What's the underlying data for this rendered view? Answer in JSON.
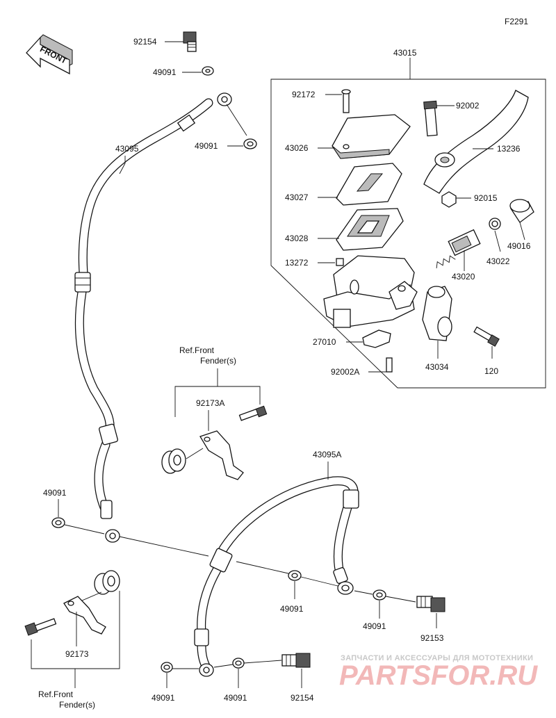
{
  "diagram_code": "F2291",
  "front_label": "FRONT",
  "labels": {
    "p92154_top": "92154",
    "p49091_a": "49091",
    "p49091_b": "49091",
    "p43095": "43095",
    "p43015": "43015",
    "p92172": "92172",
    "p92002": "92002",
    "p43026": "43026",
    "p13236": "13236",
    "p43027": "43027",
    "p92015": "92015",
    "p43028": "43028",
    "p49016": "49016",
    "p43022": "43022",
    "p13272": "13272",
    "p43020": "43020",
    "p27010": "27010",
    "p43034": "43034",
    "p92002a": "92002A",
    "p120": "120",
    "ref_front_top": "Ref.Front",
    "fender_top": "Fender(s)",
    "p92173a": "92173A",
    "p43095a": "43095A",
    "p49091_c": "49091",
    "p49091_d": "49091",
    "p49091_e": "49091",
    "p92153": "92153",
    "p92173": "92173",
    "p49091_f": "49091",
    "p49091_g": "49091",
    "p92154_bottom": "92154",
    "ref_front_bottom": "Ref.Front",
    "fender_bottom": "Fender(s)"
  },
  "watermark": {
    "tagline": "ЗАПЧАСТИ И АКСЕССУАРЫ ДЛЯ МОТОТЕХНИКИ",
    "logo": "PARTSFOR.RU"
  }
}
